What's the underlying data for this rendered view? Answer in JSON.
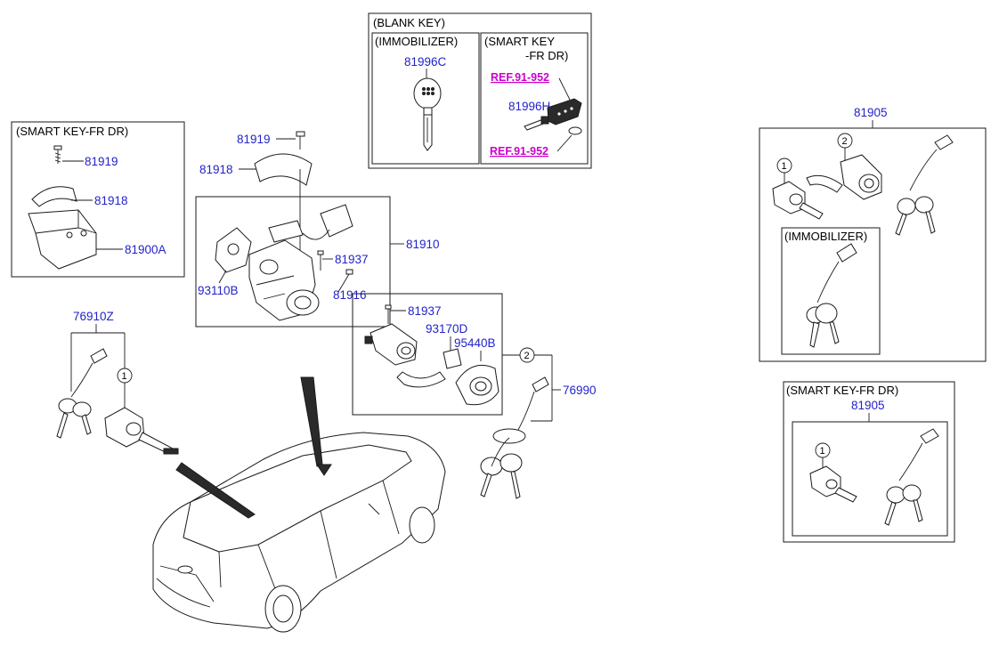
{
  "labels": {
    "blank_key": "(BLANK KEY)",
    "immobilizer": "(IMMOBILIZER)",
    "smart_key_fr_dr_wrapped_1": "(SMART KEY",
    "smart_key_fr_dr_wrapped_2": "-FR DR)",
    "smart_key_fr_dr": "(SMART KEY-FR DR)"
  },
  "part_numbers": {
    "p81996C": "81996C",
    "p81996H": "81996H",
    "ref_top": "REF.91-952",
    "ref_bottom": "REF.91-952",
    "p81919_left": "81919",
    "p81918_left": "81918",
    "p81900A": "81900A",
    "p81919": "81919",
    "p81918": "81918",
    "p81910": "81910",
    "p81937_top": "81937",
    "p93110B": "93110B",
    "p81916": "81916",
    "p81937_mid": "81937",
    "p93170D": "93170D",
    "p95440B": "95440B",
    "p76990": "76990",
    "p76910Z": "76910Z",
    "p81905_top": "81905",
    "p81905_bottom": "81905"
  },
  "callouts": {
    "c1": "1",
    "c2": "2",
    "c3": "1",
    "c4": "2",
    "c5": "1"
  }
}
